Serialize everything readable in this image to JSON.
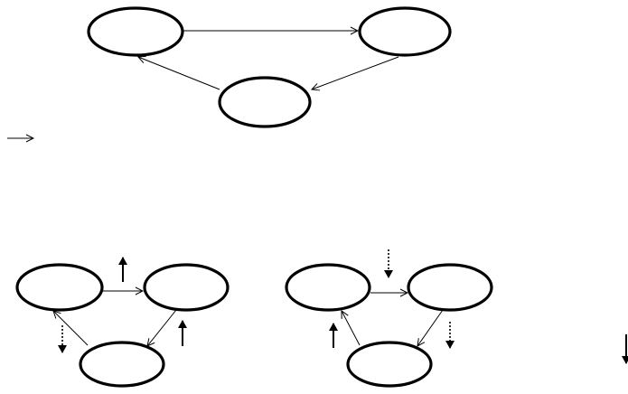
{
  "diagram": {
    "top_cycle": {
      "nodes": [
        {
          "id": "a",
          "label": ""
        },
        {
          "id": "b",
          "label": ""
        },
        {
          "id": "c",
          "label": ""
        }
      ],
      "edges": [
        {
          "from": "a",
          "to": "b"
        },
        {
          "from": "b",
          "to": "c"
        },
        {
          "from": "c",
          "to": "a"
        }
      ]
    },
    "bottom_left_cycle": {
      "nodes": [
        {
          "id": "a",
          "label": ""
        },
        {
          "id": "b",
          "label": ""
        },
        {
          "id": "c",
          "label": ""
        }
      ],
      "edges": [
        {
          "from": "a",
          "to": "b"
        },
        {
          "from": "b",
          "to": "c"
        },
        {
          "from": "c",
          "to": "a"
        }
      ],
      "indicators": [
        {
          "near": "edge-a-b",
          "direction": "up",
          "style": "solid"
        },
        {
          "near": "edge-b-c",
          "direction": "up",
          "style": "solid"
        },
        {
          "near": "edge-c-a",
          "direction": "down",
          "style": "dotted"
        }
      ]
    },
    "bottom_right_cycle": {
      "nodes": [
        {
          "id": "a",
          "label": ""
        },
        {
          "id": "b",
          "label": ""
        },
        {
          "id": "c",
          "label": ""
        }
      ],
      "edges": [
        {
          "from": "a",
          "to": "b"
        },
        {
          "from": "b",
          "to": "c"
        },
        {
          "from": "c",
          "to": "a"
        }
      ],
      "indicators": [
        {
          "near": "edge-a-b",
          "direction": "down",
          "style": "dotted"
        },
        {
          "near": "edge-b-c",
          "direction": "down",
          "style": "dotted"
        },
        {
          "near": "edge-c-a",
          "direction": "up",
          "style": "solid"
        }
      ]
    },
    "legend_arrows": [
      {
        "direction": "right",
        "style": "solid"
      },
      {
        "direction": "down",
        "style": "solid"
      }
    ],
    "colors": {
      "stroke": "#000000",
      "background": "#ffffff"
    }
  }
}
